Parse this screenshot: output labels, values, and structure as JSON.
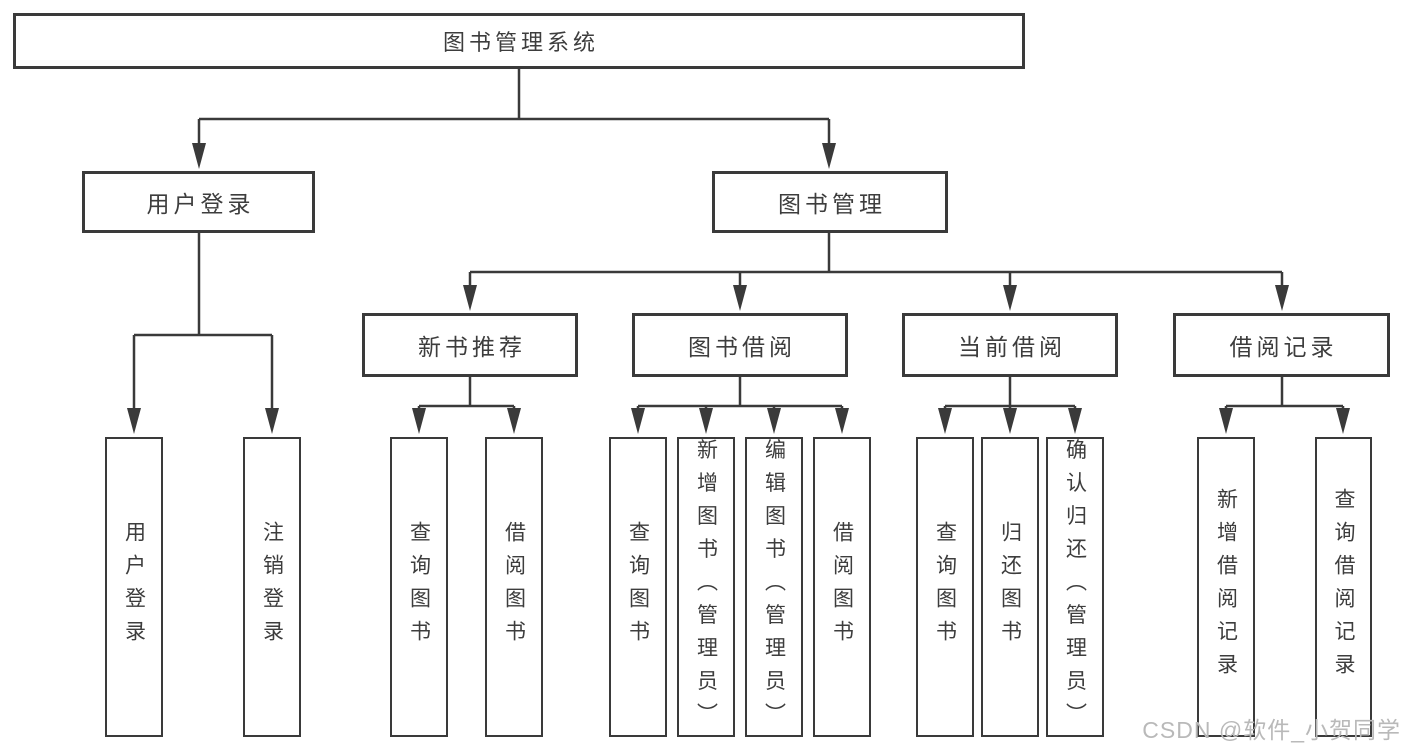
{
  "tree": {
    "root": "图书管理系统",
    "login": {
      "label": "用户登录",
      "children": [
        "用户登录",
        "注销登录"
      ]
    },
    "management": {
      "label": "图书管理",
      "sections": [
        {
          "label": "新书推荐",
          "children": [
            "查询图书",
            "借阅图书"
          ]
        },
        {
          "label": "图书借阅",
          "children": [
            "查询图书",
            "新增图书（管理员）",
            "编辑图书（管理员）",
            "借阅图书"
          ]
        },
        {
          "label": "当前借阅",
          "children": [
            "查询图书",
            "归还图书",
            "确认归还（管理员）"
          ]
        },
        {
          "label": "借阅记录",
          "children": [
            "新增借阅记录",
            "查询借阅记录"
          ]
        }
      ]
    }
  },
  "watermark": "CSDN @软件_小贺同学",
  "colors": {
    "line": "#3a3a3a",
    "text": "#3d3d3d",
    "box_background": "#ffffff",
    "page_background": "#ffffff",
    "watermark": "#b9b9b9"
  }
}
